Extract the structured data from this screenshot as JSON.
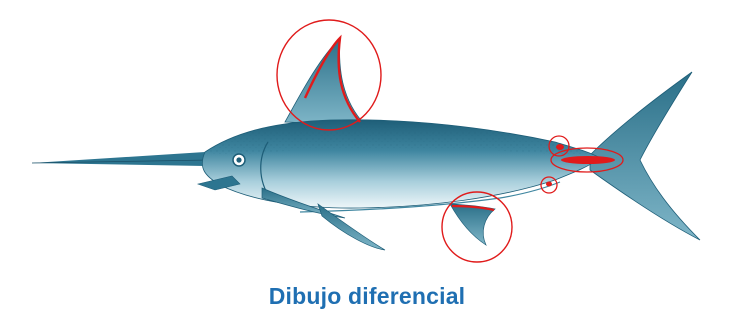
{
  "caption": "Dibujo diferencial",
  "colors": {
    "fish_dark": "#1e5e78",
    "fish_mid": "#4a90a8",
    "fish_light": "#bcdbe5",
    "belly": "#eef6f9",
    "highlight_red": "#e01b1b",
    "caption_blue": "#1f6fb2"
  },
  "highlights": [
    {
      "name": "first-dorsal-fin",
      "icon": "circle-outline"
    },
    {
      "name": "second-dorsal-fin",
      "icon": "circle-outline"
    },
    {
      "name": "caudal-keel",
      "icon": "ellipse-outline"
    },
    {
      "name": "second-anal-fin",
      "icon": "circle-outline"
    },
    {
      "name": "anal-fin",
      "icon": "circle-outline"
    }
  ]
}
